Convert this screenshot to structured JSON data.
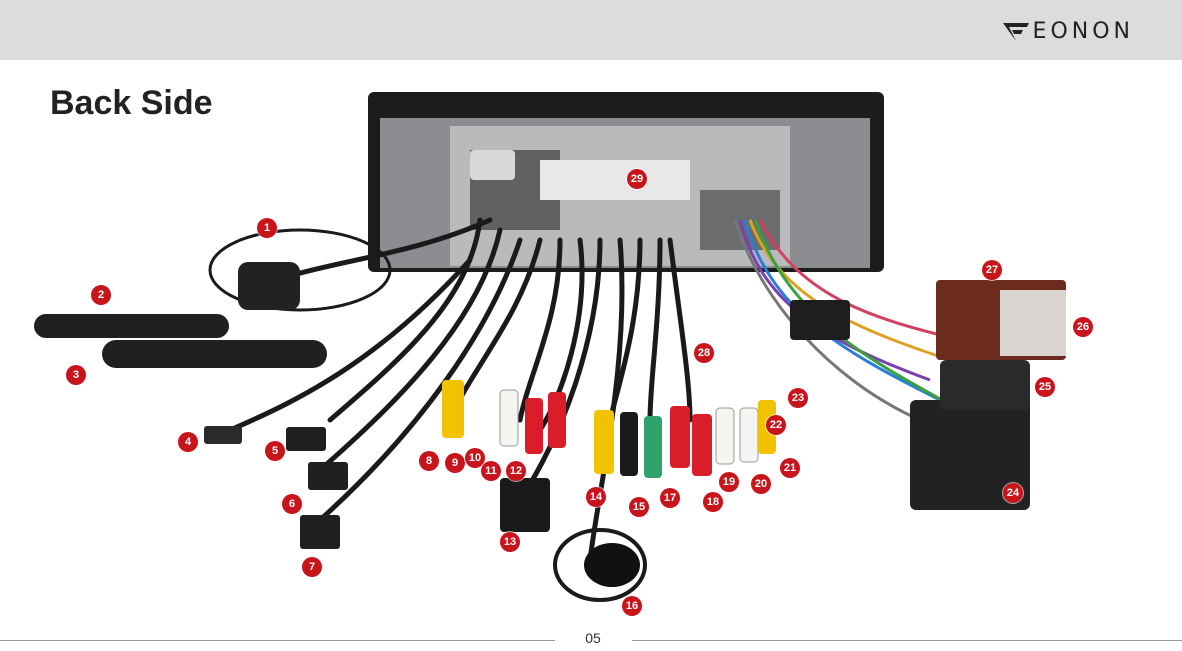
{
  "header": {
    "brand": "EONON"
  },
  "title": "Back Side",
  "callouts": [
    "1",
    "2",
    "3",
    "4",
    "5",
    "6",
    "7",
    "8",
    "9",
    "10",
    "11",
    "12",
    "13",
    "14",
    "15",
    "16",
    "17",
    "18",
    "19",
    "20",
    "21",
    "22",
    "23",
    "24",
    "25",
    "26",
    "27",
    "28",
    "29"
  ],
  "footer": {
    "page_number": "05"
  },
  "colors": {
    "header_bg": "#dcdcdc",
    "callout": "#c8141b",
    "rca_yellow": "#f2c200",
    "rca_red": "#d91e2a",
    "rca_white": "#f4f4f0",
    "rca_green": "#2fa36b",
    "cable": "#1a1a1a"
  }
}
